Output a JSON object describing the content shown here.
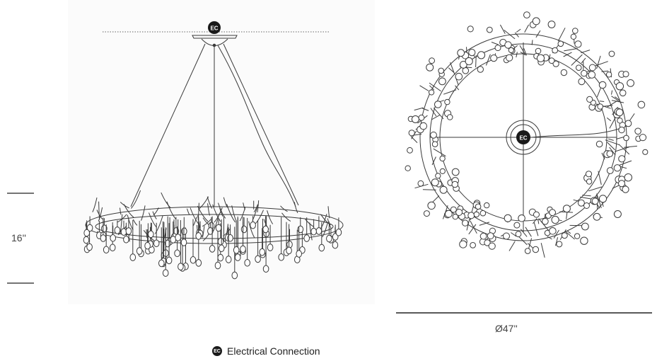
{
  "height_dimension": "16''",
  "diameter_dimension": "Ø47''",
  "ec_abbrev": "EC",
  "legend": {
    "label": "Electrical Connection"
  },
  "colors": {
    "line": "#3a3a3a",
    "marker": "#1a1a1a",
    "background": "#ffffff",
    "panel": "#fbfbfb"
  }
}
